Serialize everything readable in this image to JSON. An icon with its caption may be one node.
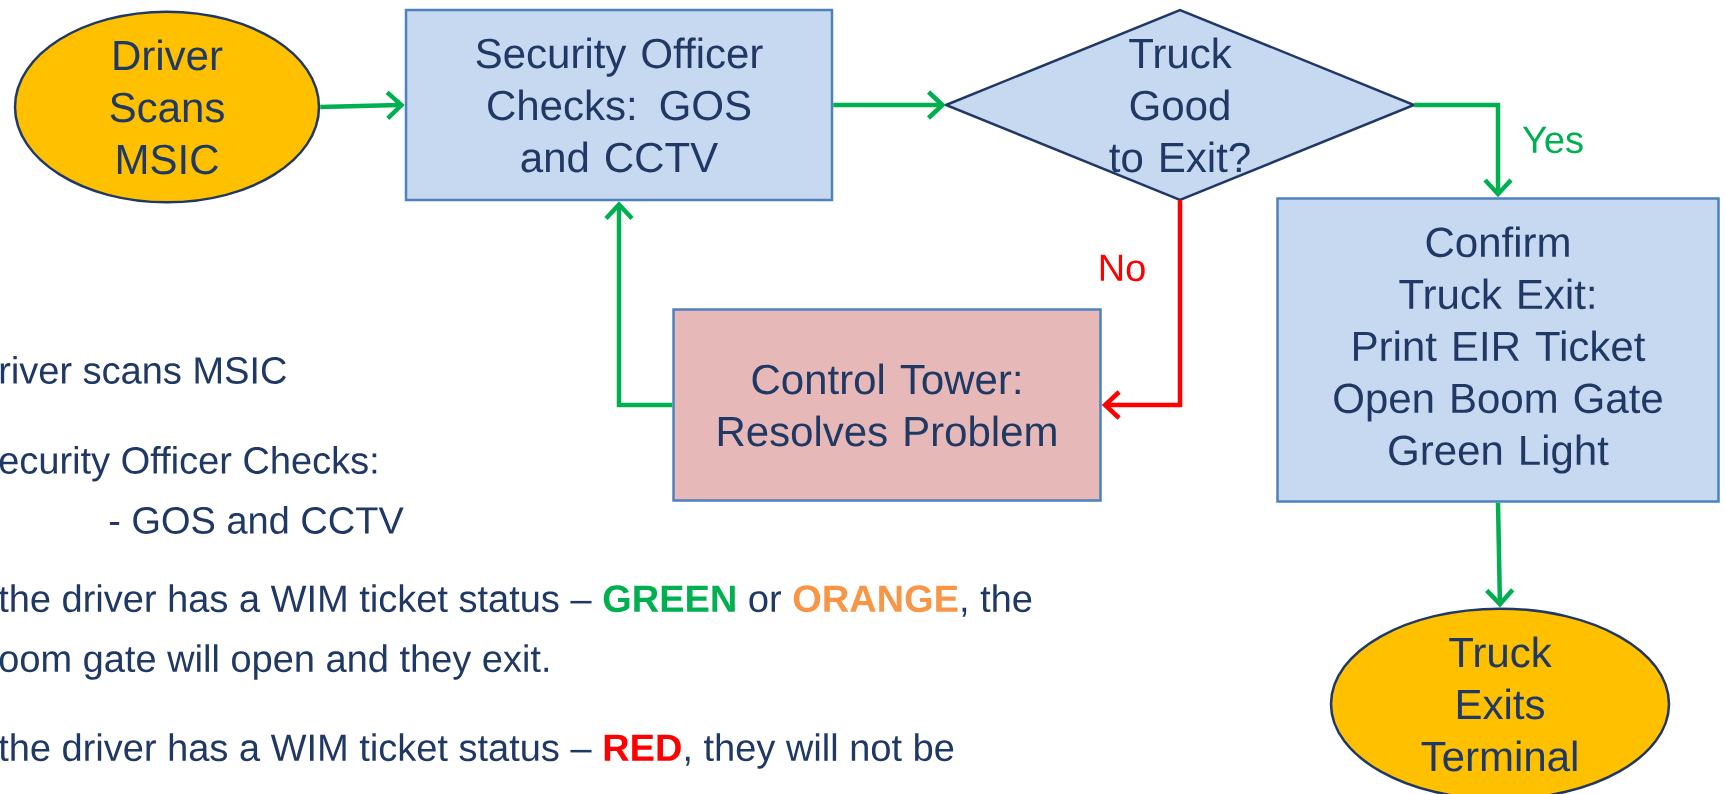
{
  "diagram": {
    "nodes": [
      {
        "text": [
          "Driver Scans MSIC"
        ]
      },
      {
        "text": [
          "Security Officer Checks: GOS and CCTV"
        ]
      },
      {
        "text": [
          "Truck Good to Exit?"
        ]
      },
      {
        "text": [
          "Confirm Truck Exit:",
          "Print EIR Ticket",
          "Open Boom Gate",
          "Green Light"
        ]
      },
      {
        "text": [
          "Control Tower: Resolves Problem"
        ]
      },
      {
        "text": [
          "Truck Exits Terminal"
        ]
      }
    ],
    "edges": [
      {
        "from": 0,
        "to": 1,
        "arrow": "to"
      },
      {
        "from": 1,
        "to": 2,
        "arrow": "to"
      },
      {
        "from": 2,
        "to": 3,
        "arrow": "to",
        "label": "Yes"
      },
      {
        "from": 2,
        "to": 4,
        "arrow": "to",
        "label": "No",
        "color": "#ff0000"
      },
      {
        "from": 4,
        "to": 1,
        "arrow": "to"
      },
      {
        "from": 3,
        "to": 5,
        "arrow": "to"
      }
    ],
    "labels": [
      "river scans MSIC",
      "ecurity Officer Checks:",
      "- GOS and CCTV",
      "the driver has a WIM ticket status –",
      "GREEN",
      "or",
      "ORANGE",
      ", the",
      "oom gate will open and they exit.",
      "the driver has a WIM ticket status –",
      "RED",
      ", they will not be"
    ]
  }
}
